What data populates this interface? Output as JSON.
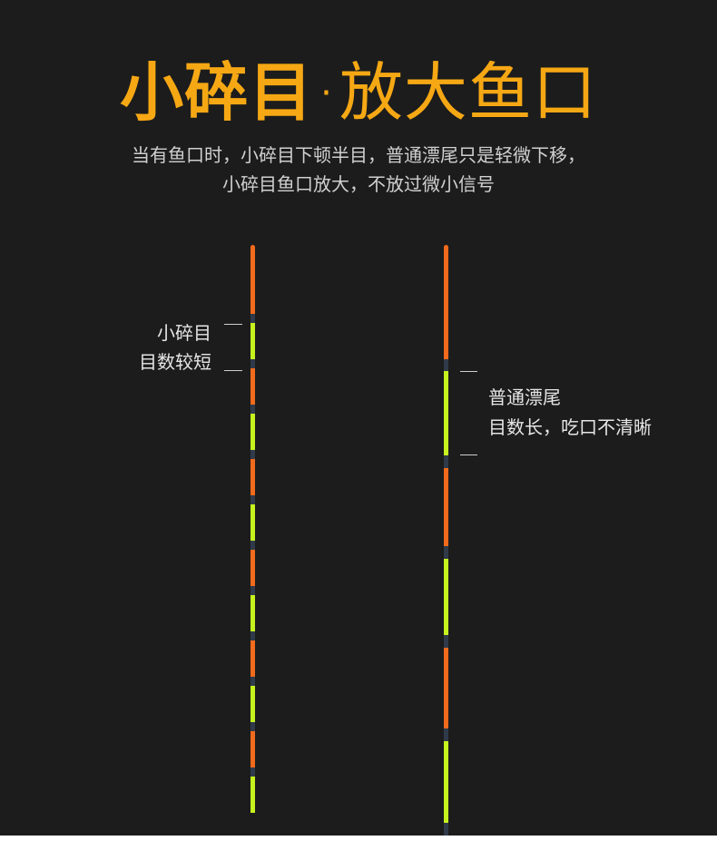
{
  "headline": {
    "part1": "小碎目",
    "separator": "·",
    "part2": "放大鱼口"
  },
  "subtitle": {
    "line1": "当有鱼口时，小碎目下顿半目，普通漂尾只是轻微下移，",
    "line2": "小碎目鱼口放大，不放过微小信号"
  },
  "left_float": {
    "label_line1": "小碎目",
    "label_line2": "目数较短"
  },
  "right_float": {
    "label_line1": "普通漂尾",
    "label_line2": "目数长，吃口不清晰"
  },
  "colors": {
    "background": "#1c1c1c",
    "headline": "#f6a814",
    "orange_segment": "#f26a1b",
    "green_segment": "#c6f21e",
    "gap": "#2f3a4a"
  }
}
